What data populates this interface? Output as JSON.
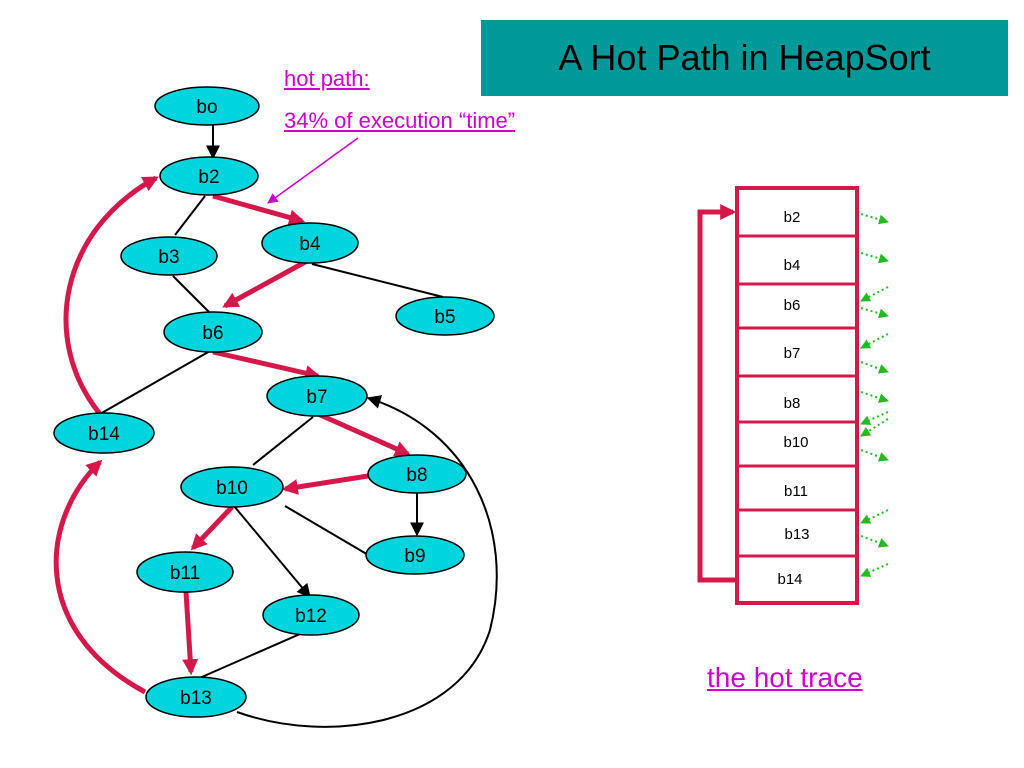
{
  "title": "A Hot Path in HeapSort",
  "annotation": {
    "line1": "hot path:",
    "line2": "34% of execution “time”"
  },
  "caption": "the hot trace",
  "colors": {
    "node_fill": "#00d5dd",
    "hot_edge": "#d4184a",
    "title_bg": "#009999",
    "annotation": "#cc00cc",
    "side_exit": "#22bb22"
  },
  "nodes": {
    "bo": "bo",
    "b2": "b2",
    "b3": "b3",
    "b4": "b4",
    "b5": "b5",
    "b6": "b6",
    "b7": "b7",
    "b8": "b8",
    "b9": "b9",
    "b10": "b10",
    "b11": "b11",
    "b12": "b12",
    "b13": "b13",
    "b14": "b14"
  },
  "trace": [
    "b2",
    "b4",
    "b6",
    "b7",
    "b8",
    "b10",
    "b11",
    "b13",
    "b14"
  ]
}
